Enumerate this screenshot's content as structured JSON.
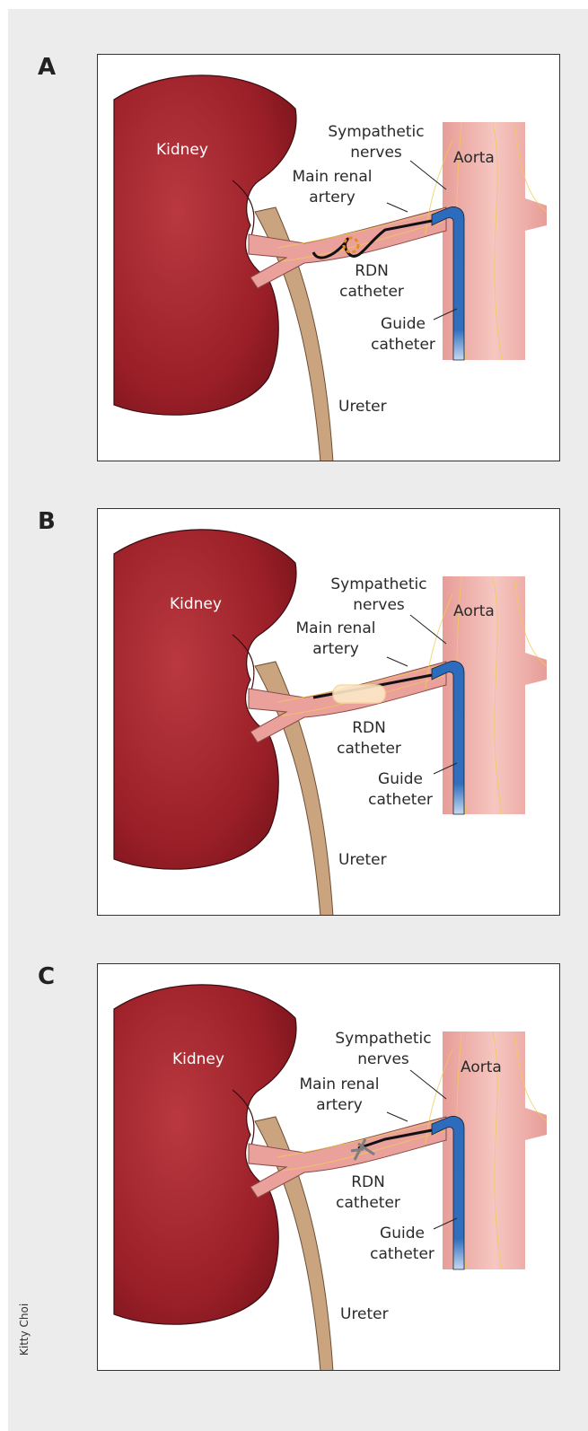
{
  "credit": "Kitty Choi",
  "panels": [
    {
      "letter": "A",
      "labels": {
        "kidney": "Kidney",
        "sympathetic_nerves": "Sympathetic nerves",
        "aorta": "Aorta",
        "main_renal_artery": "Main renal artery",
        "rdn_catheter": "RDN catheter",
        "guide_catheter": "Guide catheter",
        "ureter": "Ureter"
      },
      "catheter_tip": "spiral electrode"
    },
    {
      "letter": "B",
      "labels": {
        "kidney": "Kidney",
        "sympathetic_nerves": "Sympathetic nerves",
        "aorta": "Aorta",
        "main_renal_artery": "Main renal artery",
        "rdn_catheter": "RDN catheter",
        "guide_catheter": "Guide catheter",
        "ureter": "Ureter"
      },
      "catheter_tip": "balloon"
    },
    {
      "letter": "C",
      "labels": {
        "kidney": "Kidney",
        "sympathetic_nerves": "Sympathetic nerves",
        "aorta": "Aorta",
        "main_renal_artery": "Main renal artery",
        "rdn_catheter": "RDN catheter",
        "guide_catheter": "Guide catheter",
        "ureter": "Ureter"
      },
      "catheter_tip": "needle injection"
    }
  ],
  "colors": {
    "kidney": "#a8242c",
    "artery": "#e9a09a",
    "aorta": "#f4b8b2",
    "guide_catheter": "#2f6fbd",
    "ureter": "#c7a27e",
    "nerves": "#f0cc50"
  }
}
